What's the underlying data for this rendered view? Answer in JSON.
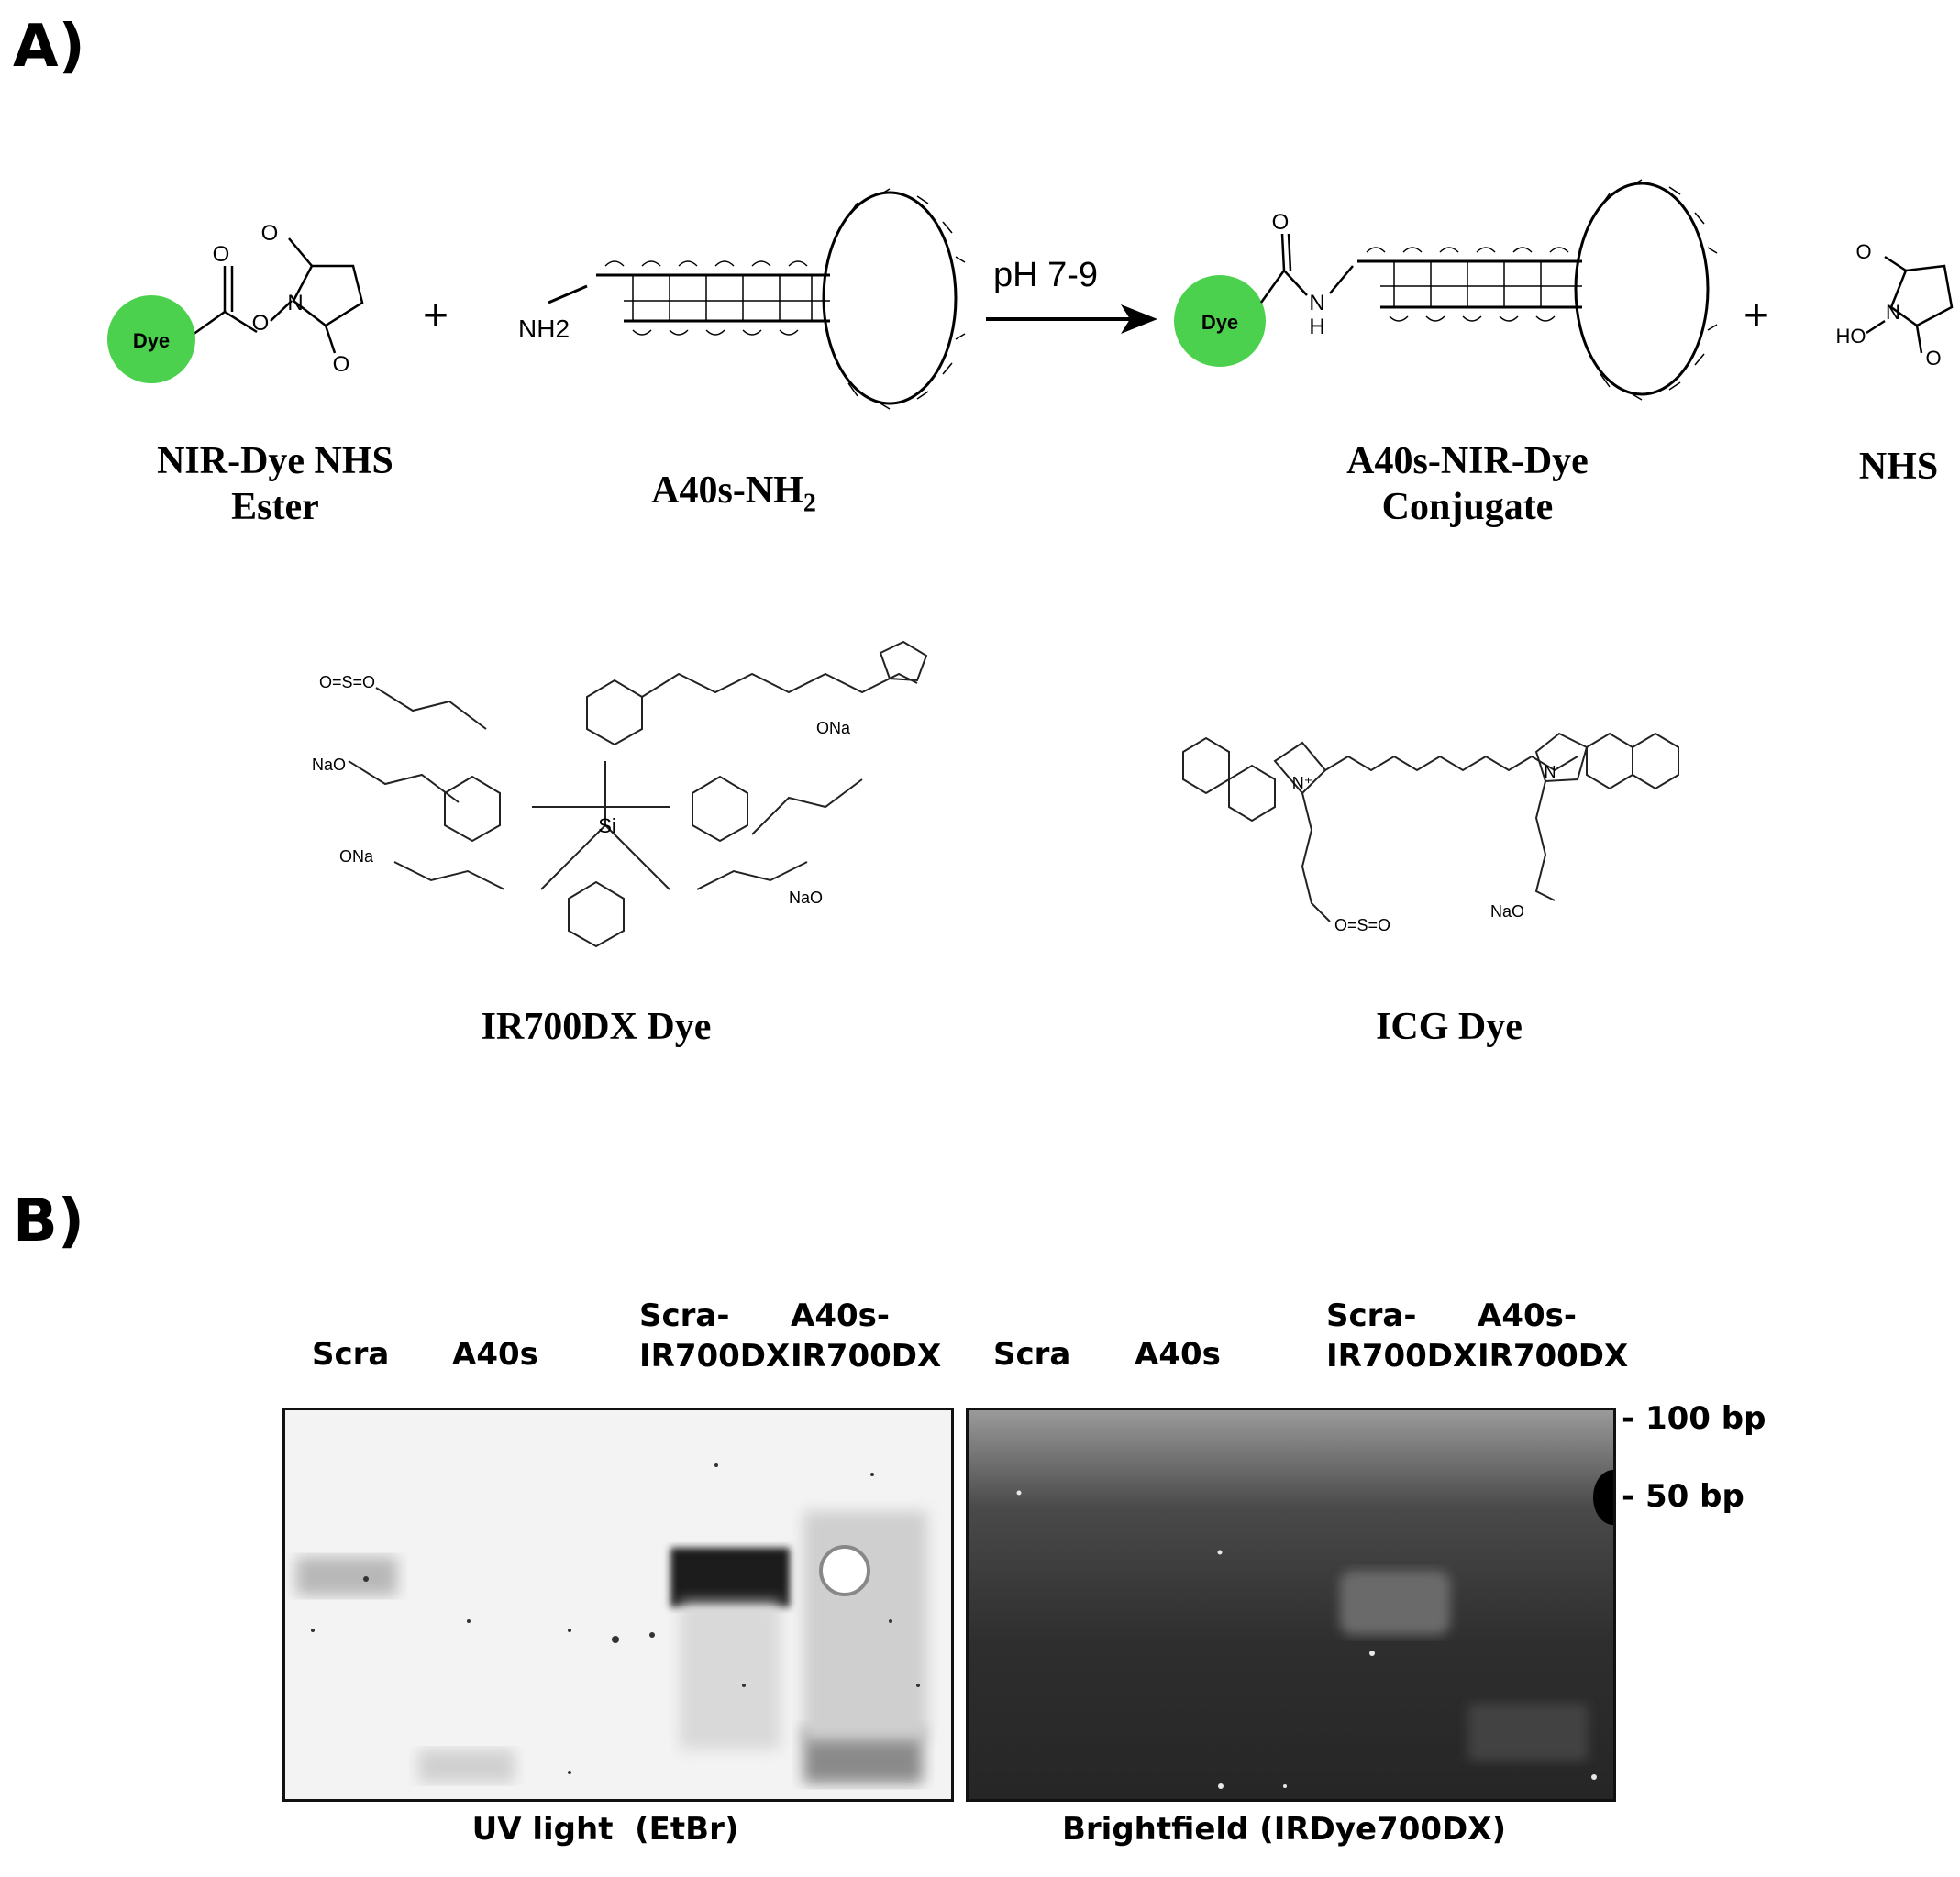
{
  "panel_a": {
    "label": "A)",
    "dye_text": "Dye",
    "condition": "pH 7-9",
    "nh2": "NH2",
    "nh_n": "N",
    "nh_h": "H",
    "ho": "HO",
    "names": {
      "nhs_ester_line1": "NIR-Dye NHS",
      "nhs_ester_line2": "Ester",
      "aptamer": "A40s-NH",
      "aptamer_sub": "2",
      "conjugate_line1": "A40s-NIR-Dye",
      "conjugate_line2": "Conjugate",
      "nhs": "NHS"
    },
    "dye_structures": {
      "ir700dx": "IR700DX Dye",
      "icg": "ICG Dye"
    }
  },
  "panel_b": {
    "label": "B)",
    "lanes_left": [
      {
        "line1": "Scra",
        "line2": ""
      },
      {
        "line1": "A40s",
        "line2": ""
      },
      {
        "line1": "Scra-",
        "line2": "IR700DX"
      },
      {
        "line1": "A40s-",
        "line2": "IR700DX"
      }
    ],
    "lanes_right": [
      {
        "line1": "Scra",
        "line2": ""
      },
      {
        "line1": "A40s",
        "line2": ""
      },
      {
        "line1": "Scra-",
        "line2": "IR700DX"
      },
      {
        "line1": "A40s-",
        "line2": "IR700DX"
      }
    ],
    "ladder": [
      "- 100 bp",
      "- 50 bp"
    ],
    "caption_left": "UV light  (EtBr)",
    "caption_right": "Brightfield (IRDye700DX)"
  },
  "colors": {
    "dye_green": "#4cd14e",
    "gel_left_bg": "#f3f3f3",
    "gel_right_bg": "#3a3a3a"
  }
}
